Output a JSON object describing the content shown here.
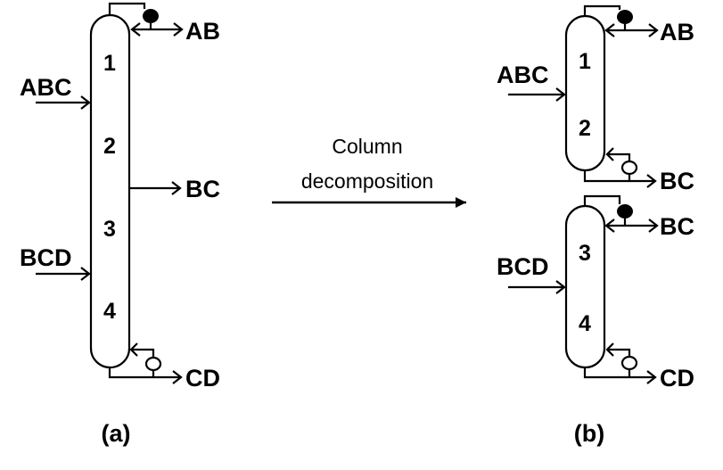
{
  "panel_a": {
    "label": "(a)",
    "sections": [
      "1",
      "2",
      "3",
      "4"
    ],
    "feeds": [
      "ABC",
      "BCD"
    ],
    "products": {
      "top": "AB",
      "side": "BC",
      "bottom": "CD"
    }
  },
  "middle": {
    "caption_line1": "Column",
    "caption_line2": "decomposition"
  },
  "panel_b": {
    "label": "(b)",
    "upper": {
      "sections": [
        "1",
        "2"
      ],
      "feed": "ABC",
      "top": "AB",
      "bottom": "BC"
    },
    "lower": {
      "sections": [
        "3",
        "4"
      ],
      "feed": "BCD",
      "top": "BC",
      "bottom": "CD"
    }
  },
  "colors": {
    "stroke": "#000000",
    "condenser_fill": "#000000",
    "reboiler_fill": "#ffffff"
  }
}
